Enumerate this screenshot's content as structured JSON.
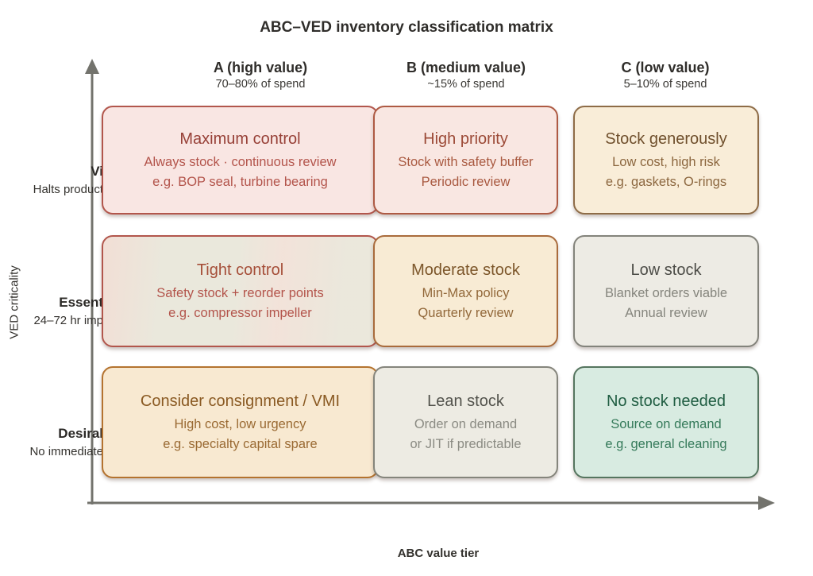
{
  "title": "ABC–VED inventory classification matrix",
  "x_axis_label": "ABC value tier",
  "y_axis_label": "VED criticality",
  "columns": [
    {
      "label": "A (high value)",
      "sub": "70–80% of spend"
    },
    {
      "label": "B (medium value)",
      "sub": "~15% of spend"
    },
    {
      "label": "C (low value)",
      "sub": "5–10% of spend"
    }
  ],
  "rows": [
    {
      "label": "Vi",
      "sub": "Halts product"
    },
    {
      "label": "Essent",
      "sub": "24–72 hr imp"
    },
    {
      "label": "Desiral",
      "sub": "No immediate"
    }
  ],
  "cells": [
    {
      "title": "Maximum control",
      "line1": "Always stock · continuous review",
      "line2": "e.g. BOP seal, turbine bearing",
      "bg": "#f9e6e3",
      "border": "#b2564c",
      "title_color": "#974037",
      "text_color": "#b3544b"
    },
    {
      "title": "High priority",
      "line1": "Stock with safety buffer",
      "line2": "Periodic review",
      "bg": "#f9e7e2",
      "border": "#ae5a43",
      "title_color": "#9c4a37",
      "text_color": "#a95940"
    },
    {
      "title": "Stock generously",
      "line1": "Low cost, high risk",
      "line2": "e.g. gaskets, O-rings",
      "bg": "#f9edd8",
      "border": "#8e6c47",
      "title_color": "#6f4f2c",
      "text_color": "#8c673f"
    },
    {
      "title": "Tight control",
      "line1": "Safety stock + reorder points",
      "line2": "e.g. compressor impeller",
      "bg": "#eae8dc",
      "border": "#b2564c",
      "title_color": "#a54e38",
      "text_color": "#b3544b"
    },
    {
      "title": "Moderate stock",
      "line1": "Min-Max policy",
      "line2": "Quarterly review",
      "bg": "#f8ebd4",
      "border": "#a96b3c",
      "title_color": "#7c562a",
      "text_color": "#92683a"
    },
    {
      "title": "Low stock",
      "line1": "Blanket orders viable",
      "line2": "Annual review",
      "bg": "#edebe4",
      "border": "#83837b",
      "title_color": "#4c4c47",
      "text_color": "#85857d"
    },
    {
      "title": "Consider consignment / VMI",
      "line1": "High cost, low urgency",
      "line2": "e.g. specialty capital spare",
      "bg": "#f8e9d1",
      "border": "#b4732f",
      "title_color": "#8a5a23",
      "text_color": "#9a6a33"
    },
    {
      "title": "Lean stock",
      "line1": "Order on demand",
      "line2": "or JIT if predictable",
      "bg": "#edebe3",
      "border": "#85857c",
      "title_color": "#52524c",
      "text_color": "#8b8b83"
    },
    {
      "title": "No stock needed",
      "line1": "Source on demand",
      "line2": "e.g. general cleaning",
      "bg": "#d8ebe1",
      "border": "#55755f",
      "title_color": "#1e5c41",
      "text_color": "#357a5a"
    }
  ],
  "colors": {
    "axis": "#73736d",
    "heading": "#2f2d2a"
  }
}
